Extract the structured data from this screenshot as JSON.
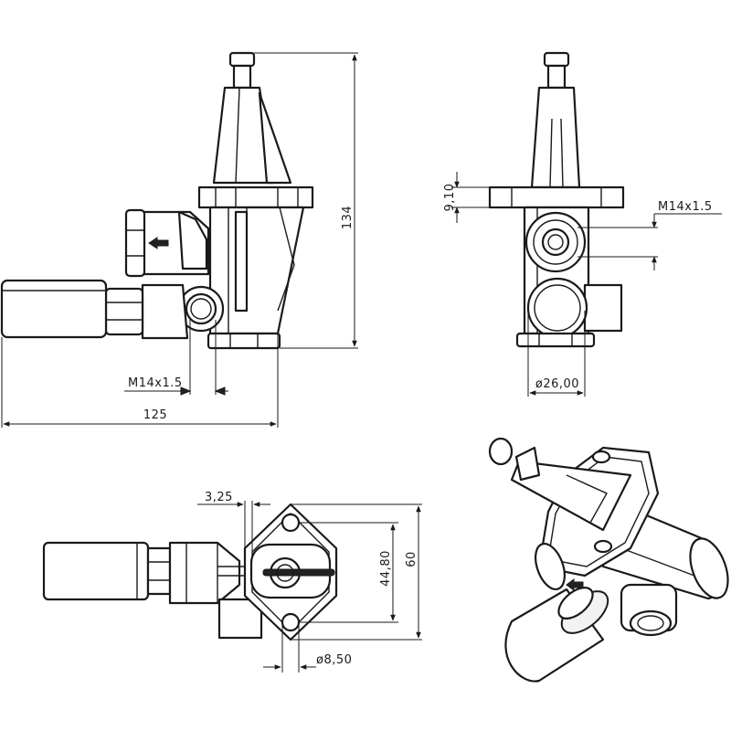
{
  "dimensions": {
    "height_total": "134",
    "length_total": "125",
    "thread_left": "M14x1.5",
    "thread_right": "M14x1.5",
    "flange_thickness": "9,10",
    "body_diameter": "ø26,00",
    "offset": "3,25",
    "hole_spacing": "44,80",
    "flange_width": "60",
    "hole_diameter": "ø8,50"
  },
  "symbols": {
    "arrow_marker": "arrow-left-icon"
  },
  "colors": {
    "line": "#1a1a1a",
    "background": "#ffffff",
    "shade": "#f2f2f2"
  }
}
